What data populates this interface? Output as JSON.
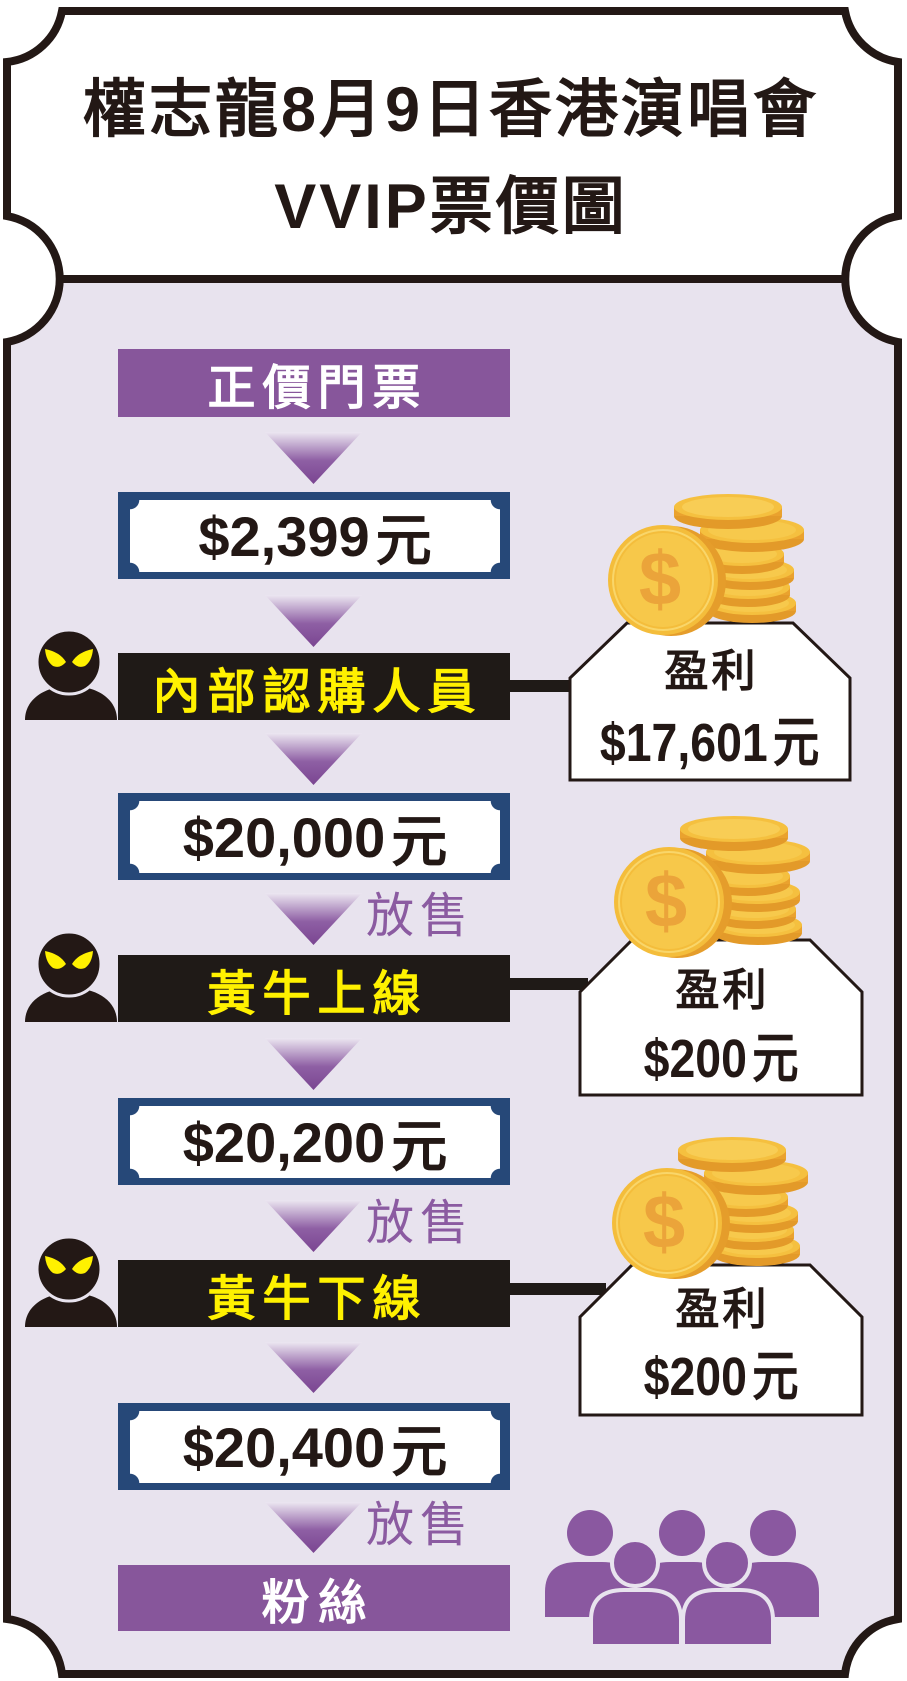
{
  "title": {
    "line1": "權志龍8月9日香港演唱會",
    "line2": "VVIP票價圖"
  },
  "flow": {
    "start_label": "正價門票",
    "prices": [
      {
        "amount": "$2,399",
        "unit": "元"
      },
      {
        "amount": "$20,000",
        "unit": "元"
      },
      {
        "amount": "$20,200",
        "unit": "元"
      },
      {
        "amount": "$20,400",
        "unit": "元"
      }
    ],
    "actors": [
      {
        "label": "內部認購人員",
        "icon": "hooded-figure-icon"
      },
      {
        "label": "黃牛上線",
        "icon": "hooded-figure-icon"
      },
      {
        "label": "黃牛下線",
        "icon": "hooded-figure-icon"
      }
    ],
    "arrows": [
      {
        "label": ""
      },
      {
        "label": ""
      },
      {
        "label": ""
      },
      {
        "label": "放售"
      },
      {
        "label": ""
      },
      {
        "label": "放售"
      },
      {
        "label": ""
      },
      {
        "label": "放售"
      }
    ],
    "end_label": "粉絲",
    "end_icon": "fans-group-icon"
  },
  "profits": [
    {
      "label": "盈利",
      "amount": "$17,601",
      "unit": "元",
      "icon": "coin-stack-icon"
    },
    {
      "label": "盈利",
      "amount": "$200",
      "unit": "元",
      "icon": "coin-stack-icon"
    },
    {
      "label": "盈利",
      "amount": "$200",
      "unit": "元",
      "icon": "coin-stack-icon"
    }
  ],
  "icons": {
    "coin_symbol": "$"
  },
  "colors": {
    "background": "#e8e3ee",
    "outline": "#231815",
    "accent_purple": "#87569b",
    "price_frame_blue": "#264878",
    "actor_bar_black": "#1f1a17",
    "actor_text_yellow": "#fff100",
    "sale_text_purple": "#8b5ba1",
    "coin_gold": "#f5c03f"
  }
}
